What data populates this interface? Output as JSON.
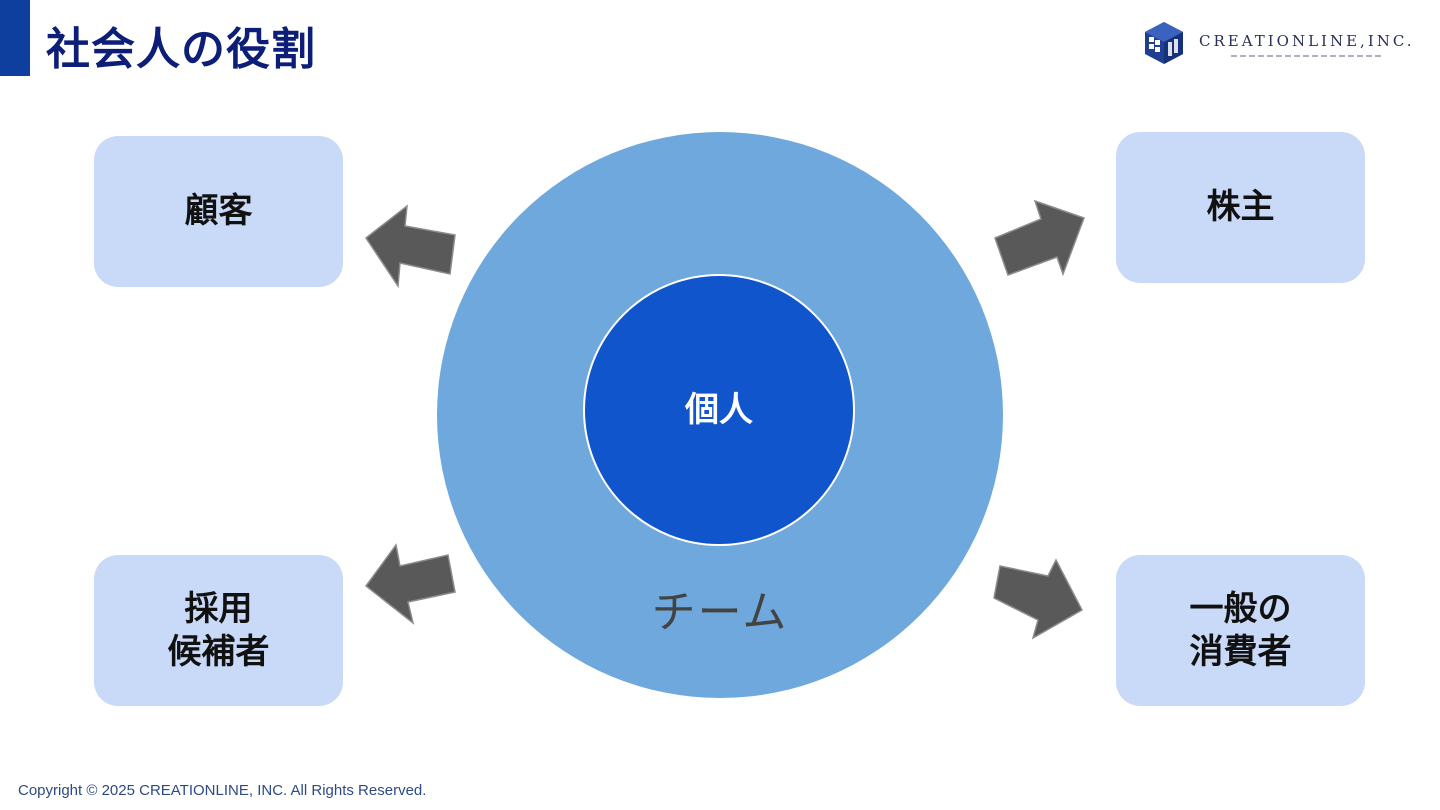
{
  "header": {
    "title": "社会人の役割"
  },
  "logo": {
    "text": "CREATIONLINE,INC.",
    "icon": "cube-logo-icon"
  },
  "diagram": {
    "center": "個人",
    "ring": "チーム",
    "stakeholders": {
      "customer": "顧客",
      "shareholder": "株主",
      "candidate": "採用\n候補者",
      "consumer": "一般の\n消費者"
    },
    "colors": {
      "ring": "#6fa8dc",
      "center": "#1155cc",
      "box": "#c9daf8",
      "arrow": "#595959",
      "title": "#0c1e78",
      "accent": "#0f3f9e"
    }
  },
  "footer": {
    "copyright": "Copyright © 2025 CREATIONLINE, INC. All Rights Reserved."
  }
}
